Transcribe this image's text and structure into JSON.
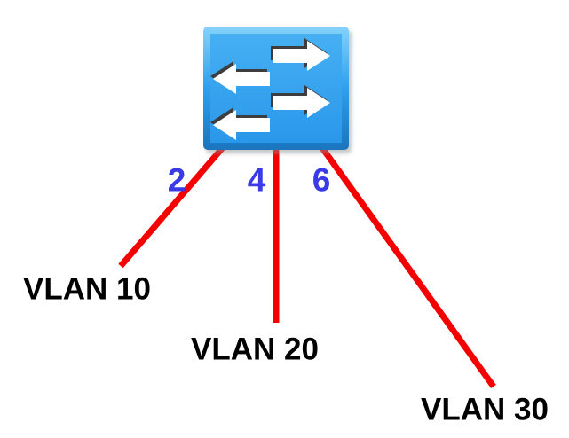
{
  "diagram": {
    "background_color": "#ffffff",
    "switch": {
      "icon": "ethernet-switch-icon",
      "body_color": "#2f9fed",
      "face_top_color": "#46b0f3",
      "face_bottom_color": "#2a97ea",
      "bevel_light_color": "#85d2fb",
      "bevel_dark_color": "#1a74bd",
      "arrow_color": "#ffffff",
      "arrow_shadow_color": "#3d3d3d",
      "shadow_color": "#8f8f8f"
    },
    "link_color": "#f40000",
    "port_label_color": "#3a3ae6",
    "vlan_label_color": "#000000",
    "links": [
      {
        "port": "2",
        "vlan": "VLAN 10"
      },
      {
        "port": "4",
        "vlan": "VLAN 20"
      },
      {
        "port": "6",
        "vlan": "VLAN 30"
      }
    ]
  }
}
